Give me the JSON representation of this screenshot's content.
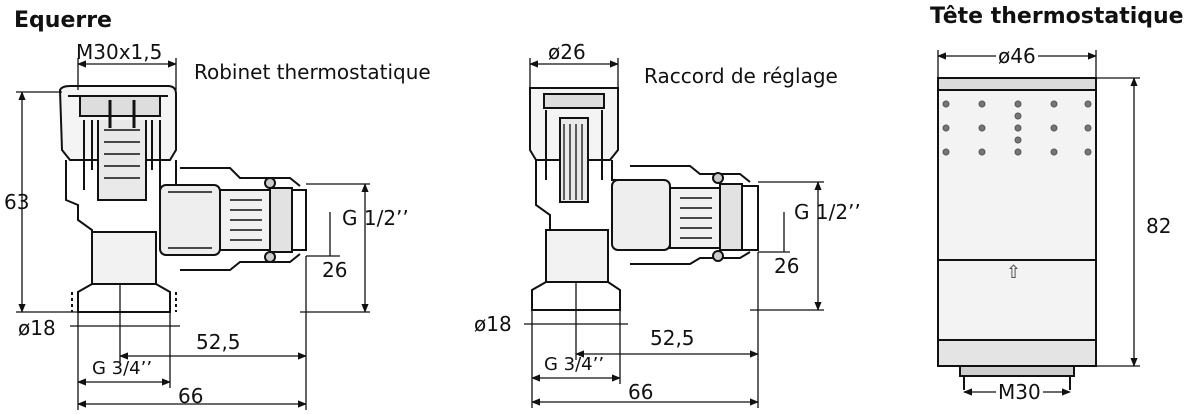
{
  "titles": {
    "left": "Equerre",
    "right": "Tête thermostatique"
  },
  "left_valve": {
    "caption": "Robinet thermostatique",
    "top_thread": "M30x1,5",
    "height": "63",
    "outlet_thread": "G 1/2’’",
    "outlet_height": "26",
    "diameter": "ø18",
    "length_center": "52,5",
    "inlet_thread": "G 3/4’’",
    "total_length": "66"
  },
  "middle_valve": {
    "caption": "Raccord de réglage",
    "top_diameter": "ø26",
    "outlet_thread": "G 1/2’’",
    "outlet_height": "26",
    "diameter": "ø18",
    "length_center": "52,5",
    "inlet_thread": "G 3/4’’",
    "total_length": "66"
  },
  "head": {
    "diameter": "ø46",
    "height": "82",
    "thread": "M30",
    "arrow_symbol": "⇧"
  }
}
